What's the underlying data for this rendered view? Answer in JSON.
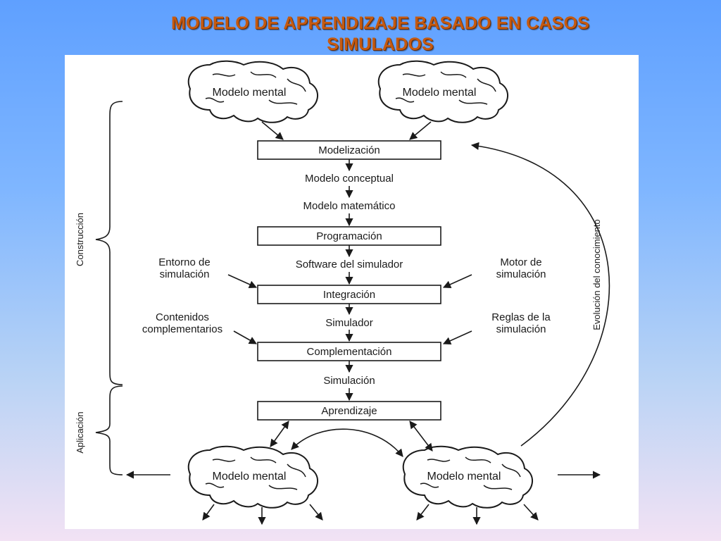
{
  "title": {
    "line1": "MODELO DE APRENDIZAJE BASADO EN CASOS",
    "line2": "SIMULADOS"
  },
  "brains": {
    "top_left": "Modelo mental",
    "top_right": "Modelo mental",
    "bottom_left": "Modelo mental",
    "bottom_right": "Modelo mental"
  },
  "boxes": {
    "modelizacion": "Modelización",
    "programacion": "Programación",
    "integracion": "Integración",
    "complementacion": "Complementación",
    "aprendizaje": "Aprendizaje"
  },
  "flow_labels": {
    "modelo_conceptual": "Modelo conceptual",
    "modelo_matematico": "Modelo matemático",
    "software": "Software del simulador",
    "simulador": "Simulador",
    "simulacion": "Simulación"
  },
  "side_inputs": {
    "entorno": [
      "Entorno de",
      "simulación"
    ],
    "motor": [
      "Motor de",
      "simulación"
    ],
    "contenidos": [
      "Contenidos",
      "complementarios"
    ],
    "reglas": [
      "Reglas de la",
      "simulación"
    ]
  },
  "phases": {
    "construccion": "Construcción",
    "aplicacion": "Aplicación",
    "evolucion": "Evolución del conocimiento"
  },
  "colors": {
    "title": "#c55a11",
    "background_top": "#5fa0ff",
    "background_bottom": "#f2e2f4",
    "ink": "#1a1a1a"
  }
}
